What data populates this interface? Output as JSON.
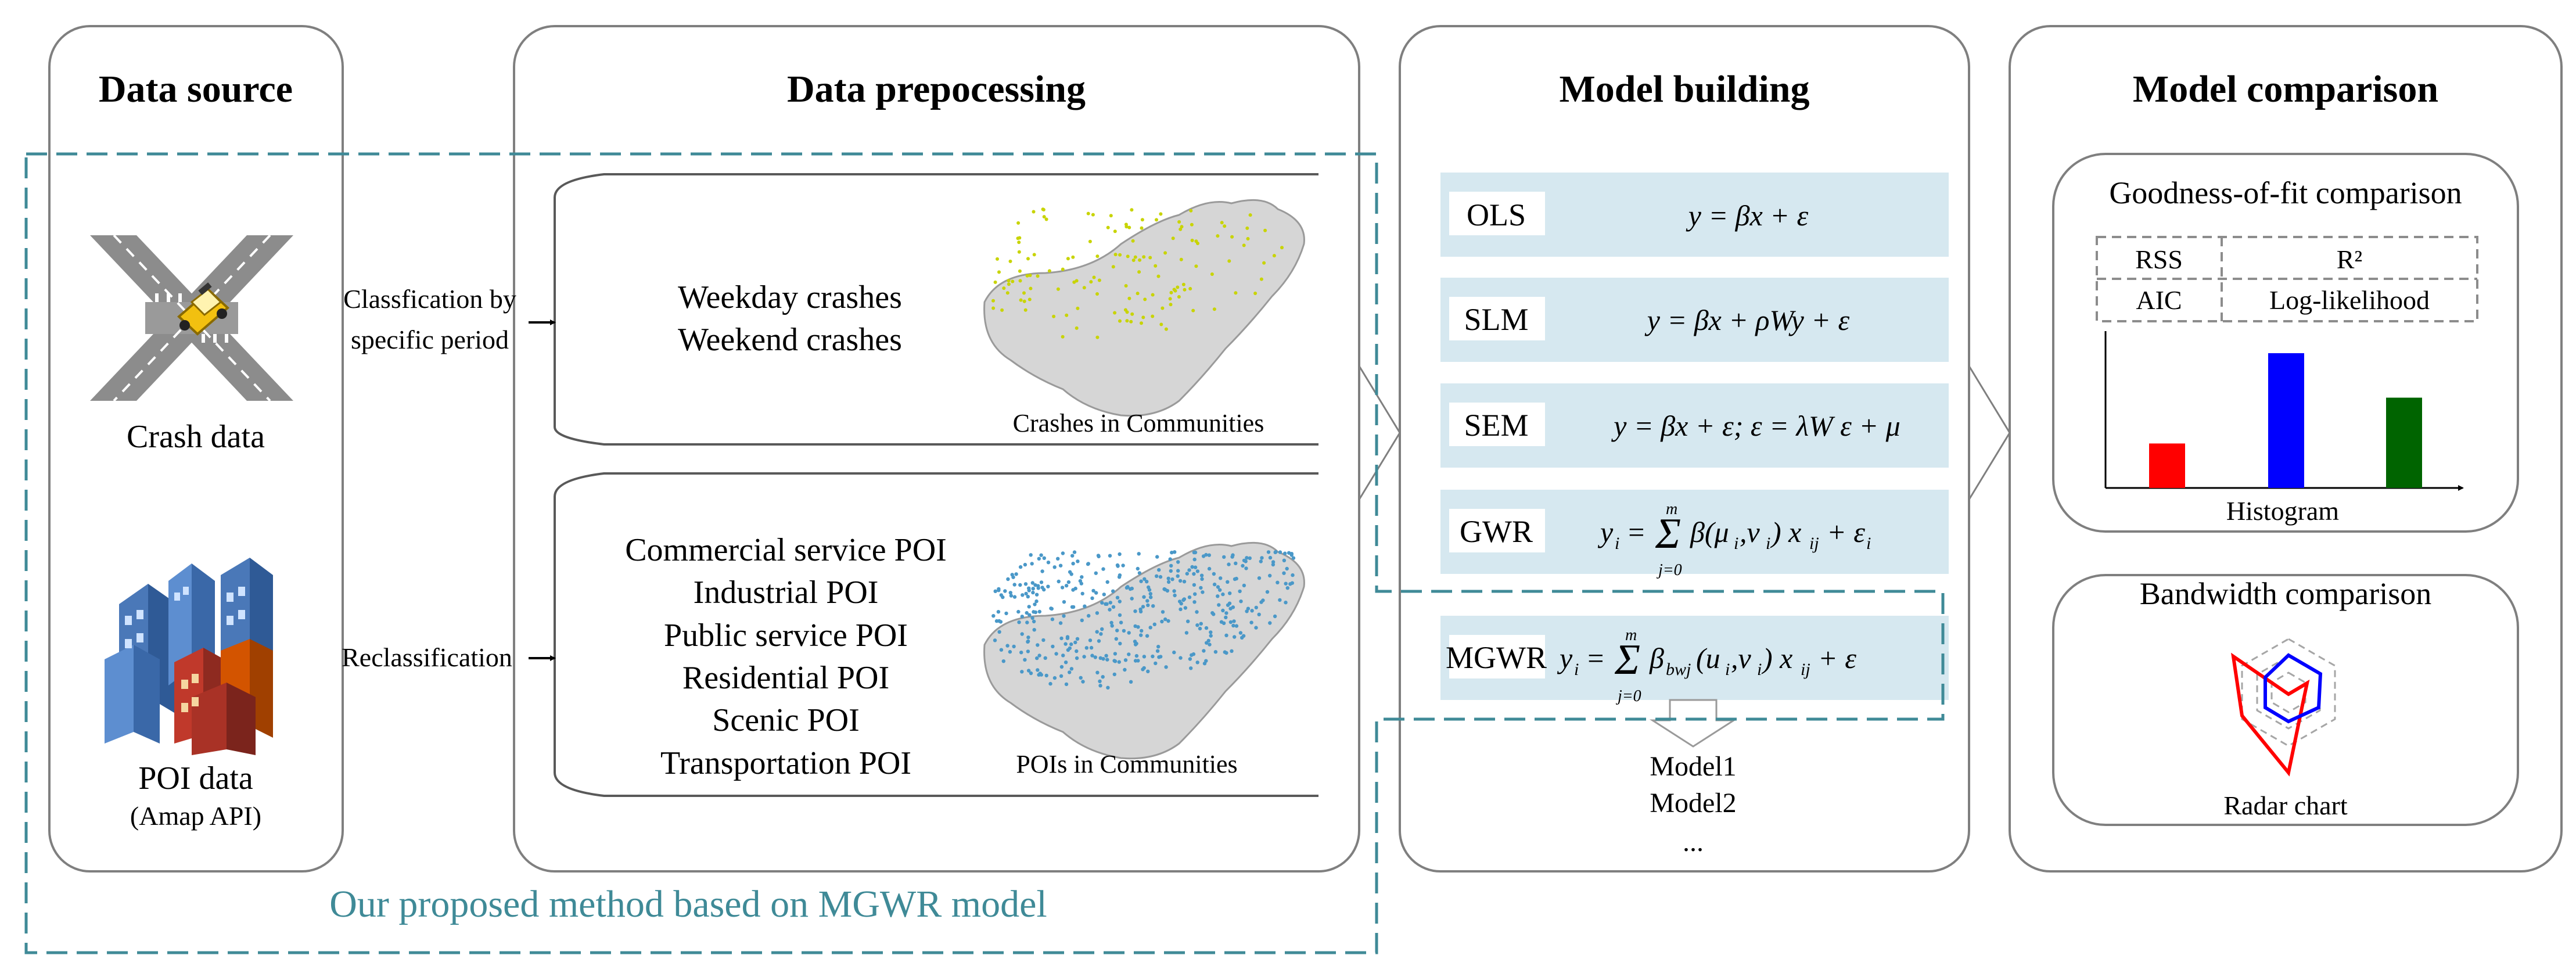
{
  "panels": {
    "data_source": {
      "title": "Data source",
      "crash_label": "Crash data",
      "poi_label": "POI data",
      "poi_sublabel": "(Amap API)"
    },
    "preprocessing": {
      "title": "Data prepocessing",
      "arrow_top_line1": "Classfication by",
      "arrow_top_line2": "specific period",
      "arrow_bottom": "Reclassification",
      "crash_lines": [
        "Weekday crashes",
        "Weekend crashes"
      ],
      "crash_map_caption": "Crashes in Communities",
      "poi_lines": [
        "Commercial service POI",
        "Industrial POI",
        "Public service POI",
        "Residential POI",
        "Scenic POI",
        "Transportation POI"
      ],
      "poi_map_caption": "POIs in Communities"
    },
    "model_building": {
      "title": "Model building",
      "models": [
        {
          "name": "OLS"
        },
        {
          "name": "SLM"
        },
        {
          "name": "SEM"
        },
        {
          "name": "GWR"
        },
        {
          "name": "MGWR"
        }
      ],
      "outputs": [
        "Model1",
        "Model2",
        "..."
      ]
    },
    "model_comparison": {
      "title": "Model comparison",
      "gof_title": "Goodness-of-fit comparison",
      "gof_table": [
        [
          "RSS",
          "R²"
        ],
        [
          "AIC",
          "Log-likelihood"
        ]
      ],
      "histogram_caption": "Histogram",
      "histogram_values": [
        0.33,
        1.0,
        0.67
      ],
      "bandwidth_title": "Bandwidth comparison",
      "radar_caption": "Radar chart"
    }
  },
  "proposed_method_label": "Our proposed method based on MGWR model",
  "colors": {
    "panel_border": "#7f7f7f",
    "model_fill": "#d6e8f0",
    "dash_teal": "#3f8a97",
    "bar_red": "#ff0000",
    "bar_blue": "#0000ff",
    "bar_green": "#006400",
    "crash_dot": "#c8d400",
    "poi_dot": "#4a98c8"
  }
}
